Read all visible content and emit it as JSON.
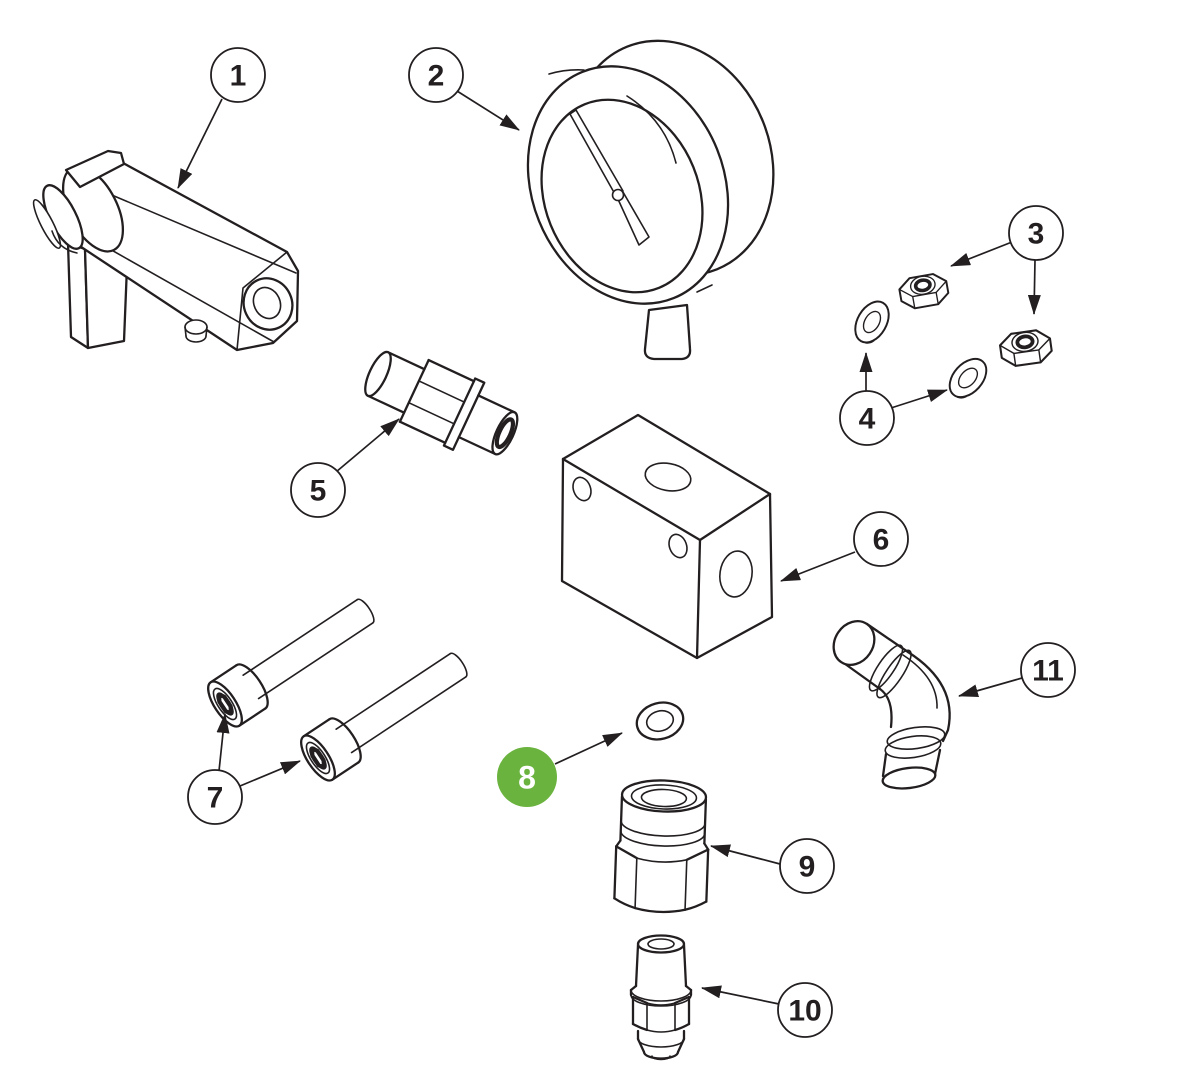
{
  "diagram": {
    "type": "exploded-parts-diagram",
    "background_color": "#ffffff",
    "line_color": "#231f20",
    "callout_style": {
      "fill": "#ffffff",
      "text_color": "#231f20",
      "stroke": "#231f20"
    },
    "highlight": {
      "fill": "#6bb33f",
      "text_color": "#ffffff"
    },
    "callouts": [
      {
        "label": "1",
        "highlighted": false
      },
      {
        "label": "2",
        "highlighted": false
      },
      {
        "label": "3",
        "highlighted": false
      },
      {
        "label": "4",
        "highlighted": false
      },
      {
        "label": "5",
        "highlighted": false
      },
      {
        "label": "6",
        "highlighted": false
      },
      {
        "label": "7",
        "highlighted": false
      },
      {
        "label": "8",
        "highlighted": true
      },
      {
        "label": "9",
        "highlighted": false
      },
      {
        "label": "10",
        "highlighted": false
      },
      {
        "label": "11",
        "highlighted": false
      }
    ]
  }
}
